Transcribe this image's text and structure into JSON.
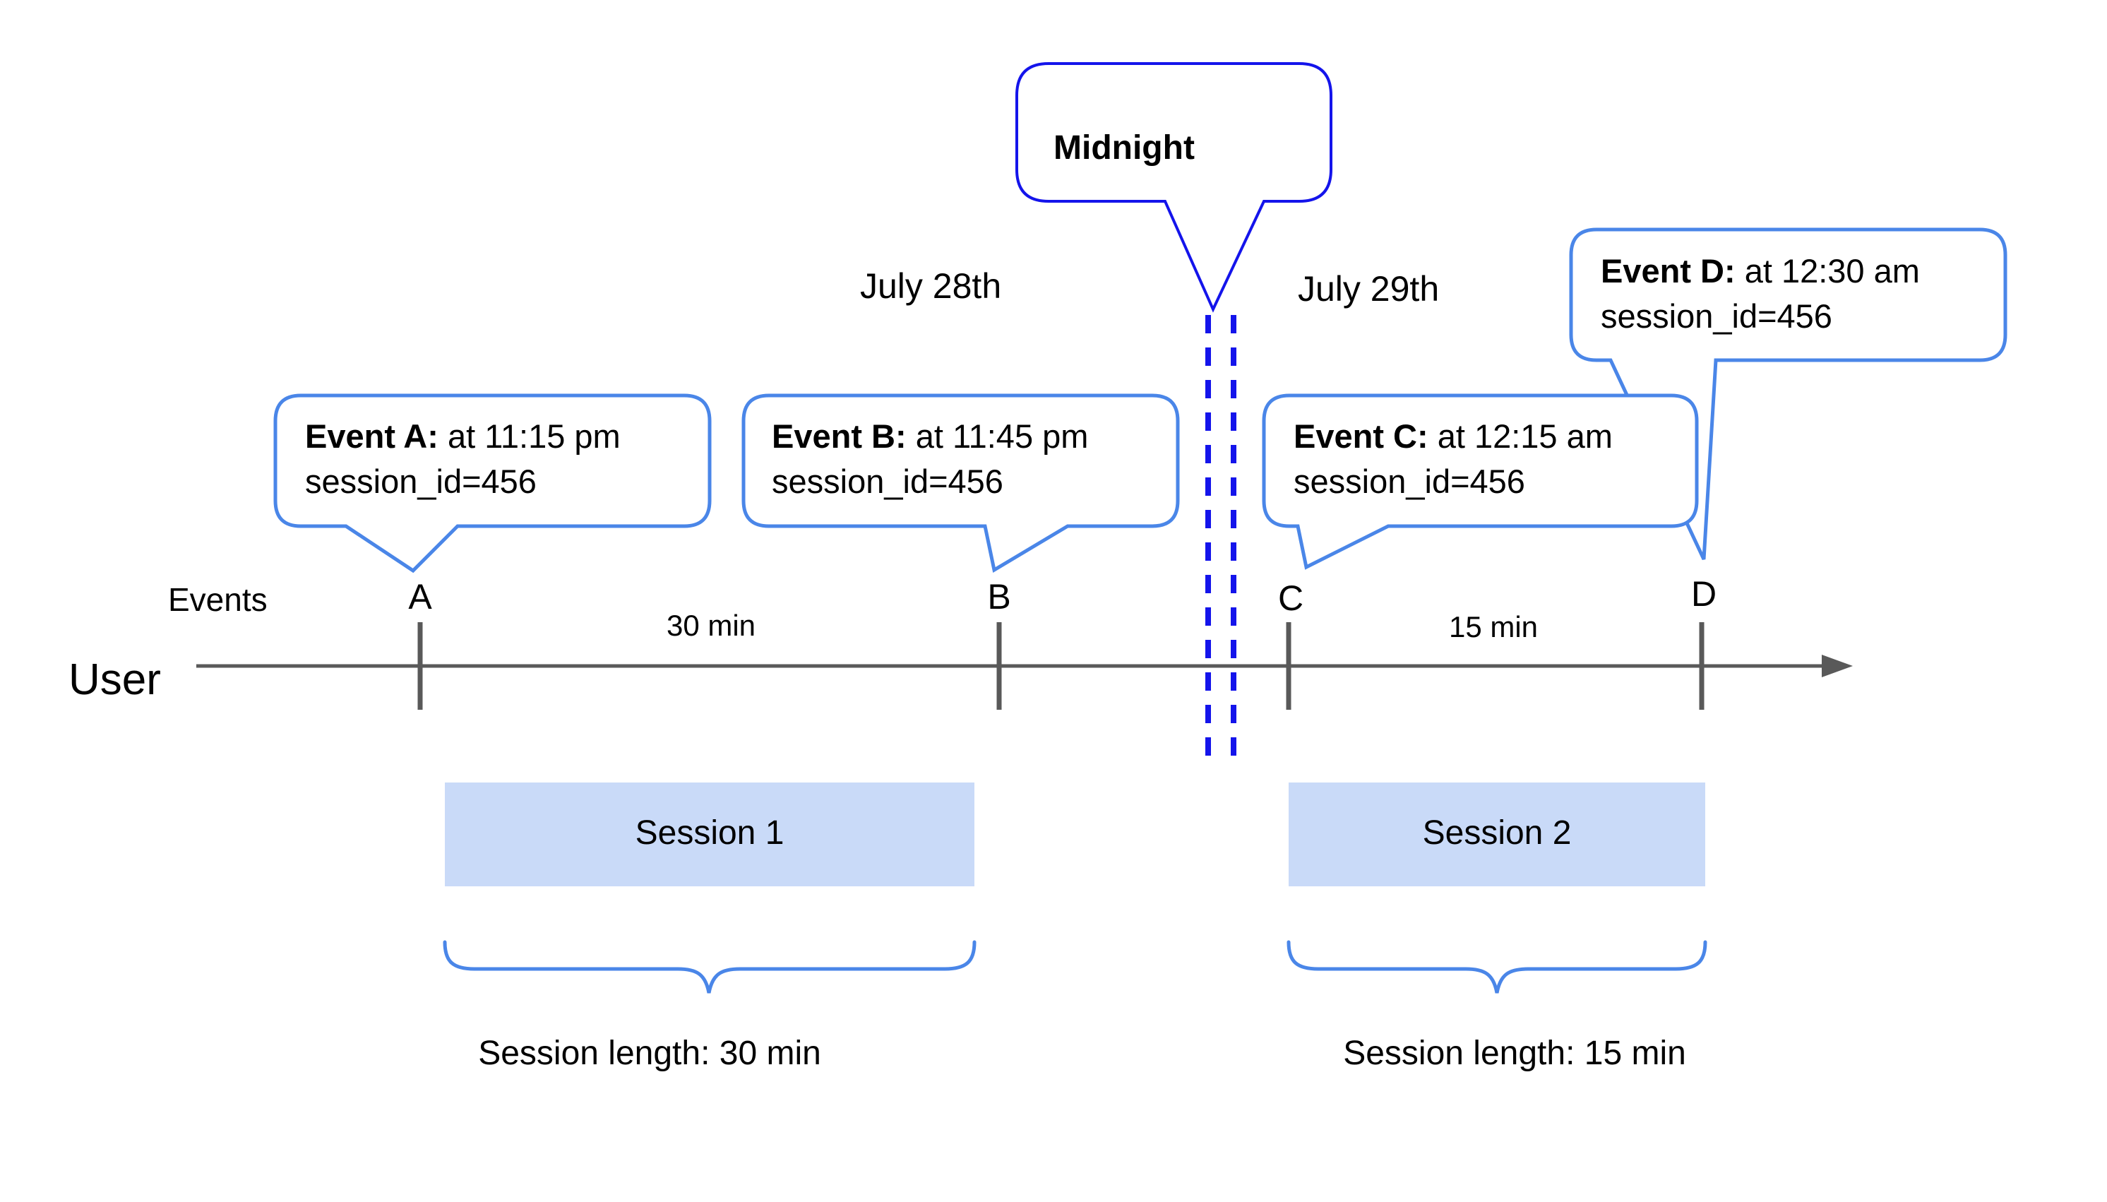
{
  "diagram": {
    "midnight": {
      "label": "Midnight"
    },
    "dates": {
      "before": "July 28th",
      "after": "July 29th"
    },
    "events": {
      "a": {
        "label": "Event A:",
        "time": " at 11:15 pm",
        "session": "session_id=456"
      },
      "b": {
        "label": "Event B:",
        "time": " at 11:45 pm",
        "session": "session_id=456"
      },
      "c": {
        "label": "Event C:",
        "time": " at 12:15 am",
        "session": "session_id=456"
      },
      "d": {
        "label": "Event D:",
        "time": " at 12:30 am",
        "session": "session_id=456"
      }
    },
    "axis": {
      "events_label": "Events",
      "user_label": "User",
      "markers": [
        "A",
        "B",
        "C",
        "D"
      ],
      "interval_ab": "30 min",
      "interval_cd": "15 min"
    },
    "sessions": [
      {
        "name": "Session 1",
        "length": "Session length: 30 min"
      },
      {
        "name": "Session 2",
        "length": "Session length: 15 min"
      }
    ],
    "colors": {
      "bubble_border": "#4a86e8",
      "strong_blue": "#1414eb",
      "timeline": "#595959",
      "session_fill": "#c9daf8"
    }
  }
}
